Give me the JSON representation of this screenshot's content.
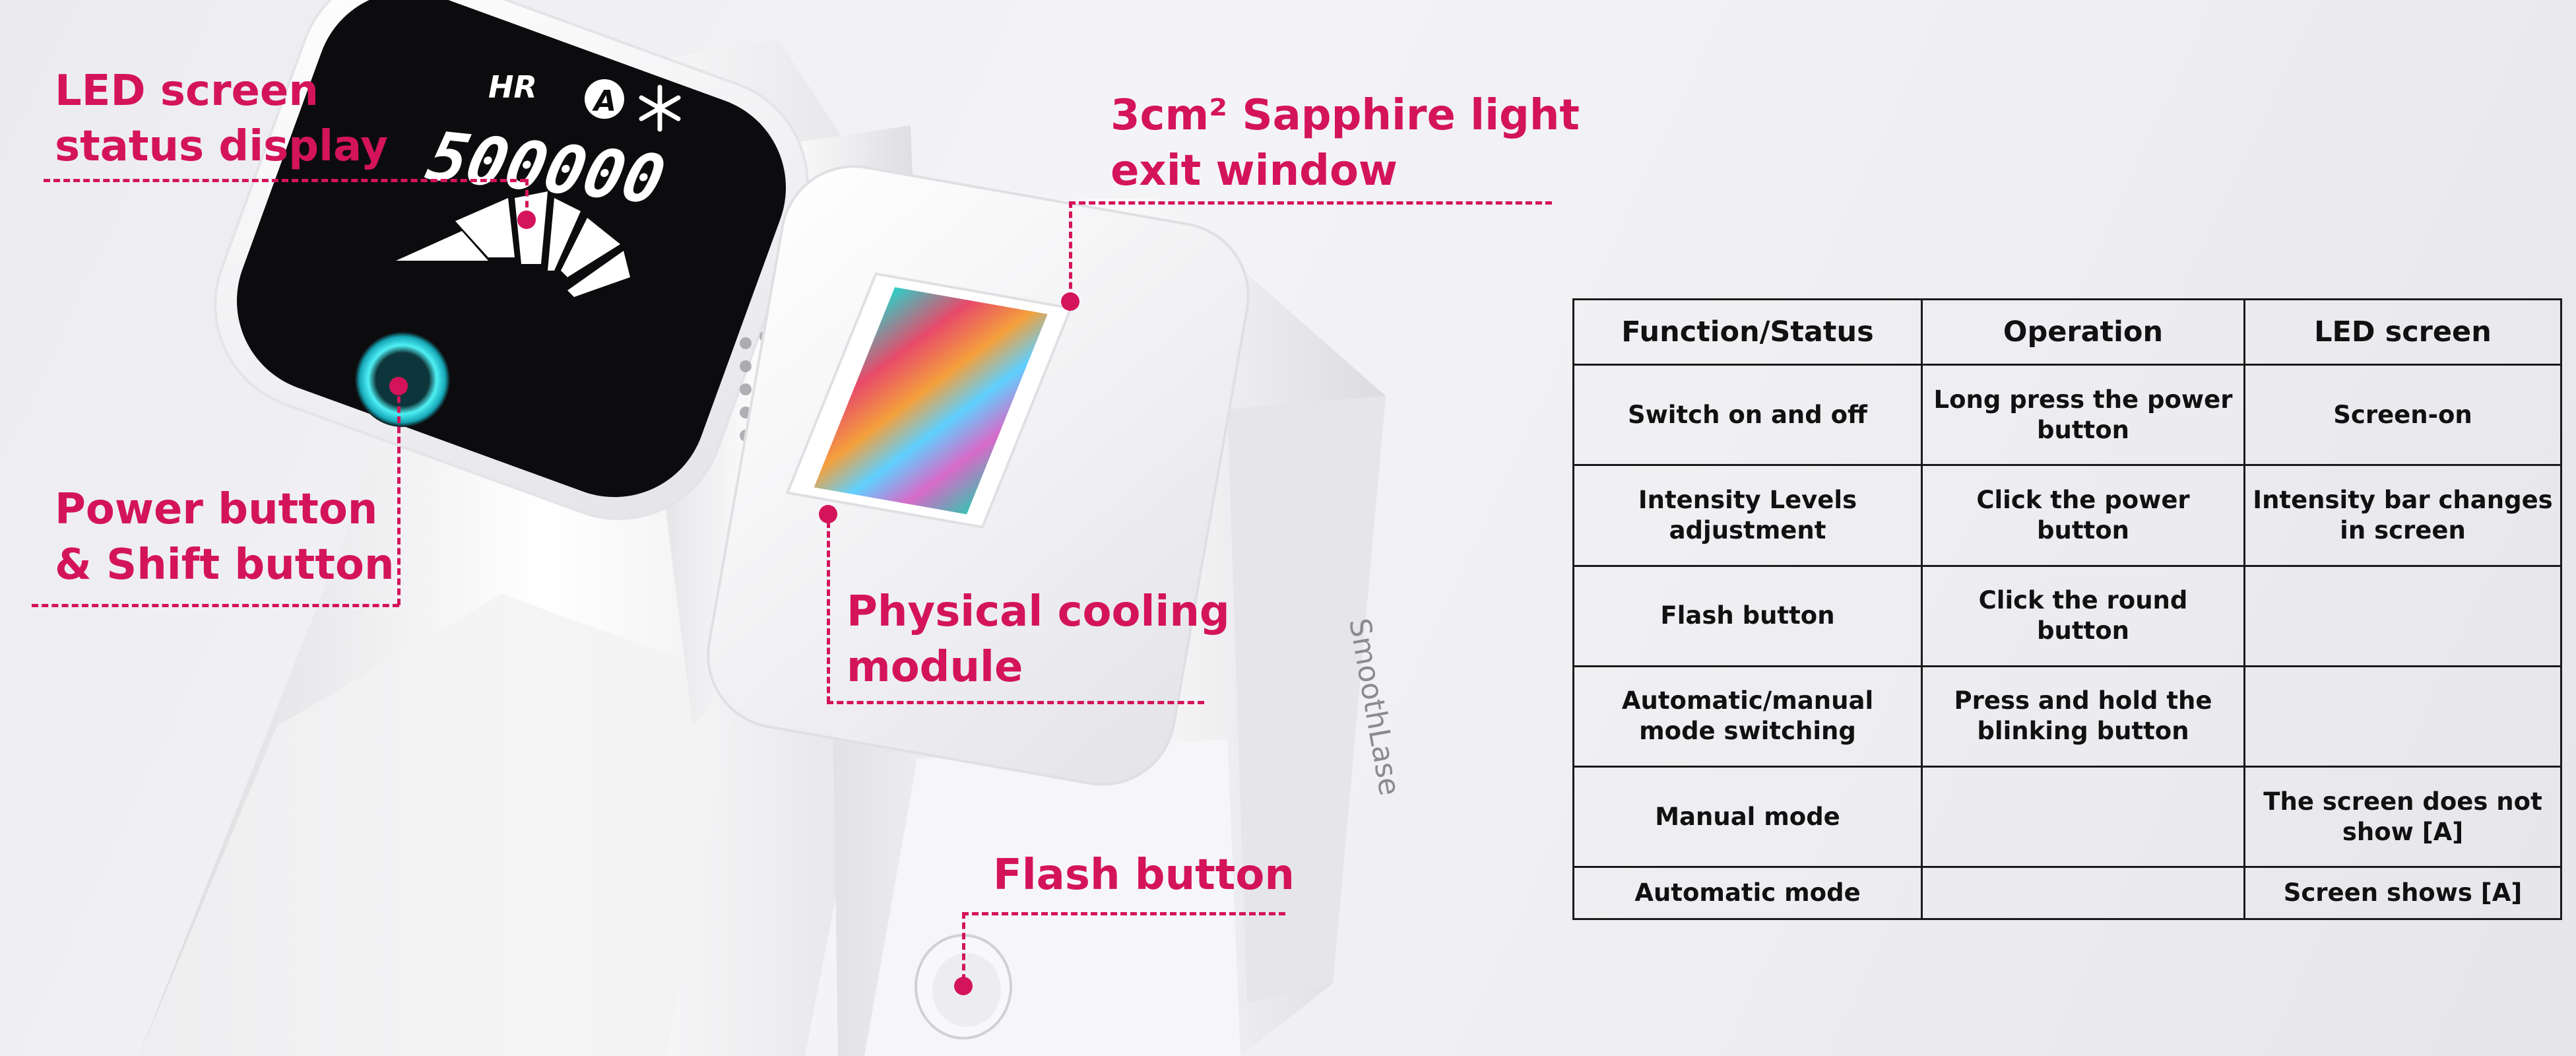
{
  "labels": {
    "led_screen": [
      "LED screen",
      "status display"
    ],
    "power_button": [
      "Power button",
      "& Shift button"
    ],
    "sapphire_window": [
      "3cm² Sapphire light",
      "exit window"
    ],
    "cooling_module": [
      "Physical cooling",
      "module"
    ],
    "flash_button": "Flash button"
  },
  "device": {
    "screen_mode_badge": "HR",
    "screen_auto_badge": "A",
    "screen_counter": "500000",
    "brand_text": "SmoothLase"
  },
  "table": {
    "headers": [
      "Function/Status",
      "Operation",
      "LED screen"
    ],
    "rows": [
      {
        "function": "Switch on and off",
        "operation": "Long press the power button",
        "led": "Screen-on"
      },
      {
        "function": "Intensity Levels adjustment",
        "operation": "Click the power button",
        "led": "Intensity bar changes in screen"
      },
      {
        "function": "Flash button",
        "operation": "Click the round button",
        "led": ""
      },
      {
        "function": "Automatic/manual mode switching",
        "operation": "Press and hold the blinking button",
        "led": ""
      },
      {
        "function": "Manual mode",
        "operation": "",
        "led": "The screen does not show [A]"
      },
      {
        "function": "Automatic mode",
        "operation": "",
        "led": "Screen shows [A]"
      }
    ]
  },
  "colors": {
    "accent": "#d4145a",
    "screen_bg": "#0c0c0e",
    "power_ring": "#3fe0e8",
    "body": "#fbfbfc"
  }
}
